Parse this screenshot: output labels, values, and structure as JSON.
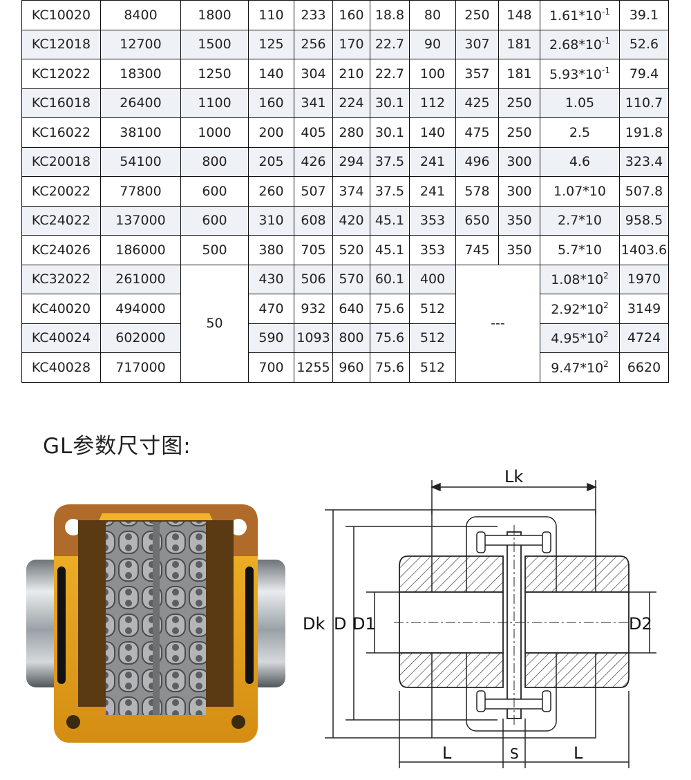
{
  "table": {
    "rows": [
      {
        "model": "KC10020",
        "torque": "8400",
        "speed": "1800",
        "c1": "110",
        "c2": "233",
        "c3": "160",
        "c4": "18.8",
        "c5": "80",
        "c6": "250",
        "c7": "148",
        "inertia": "1.61*10",
        "inertia_exp": "-1",
        "weight": "39.1"
      },
      {
        "model": "KC12018",
        "torque": "12700",
        "speed": "1500",
        "c1": "125",
        "c2": "256",
        "c3": "170",
        "c4": "22.7",
        "c5": "90",
        "c6": "307",
        "c7": "181",
        "inertia": "2.68*10",
        "inertia_exp": "-1",
        "weight": "52.6"
      },
      {
        "model": "KC12022",
        "torque": "18300",
        "speed": "1250",
        "c1": "140",
        "c2": "304",
        "c3": "210",
        "c4": "22.7",
        "c5": "100",
        "c6": "357",
        "c7": "181",
        "inertia": "5.93*10",
        "inertia_exp": "-1",
        "weight": "79.4"
      },
      {
        "model": "KC16018",
        "torque": "26400",
        "speed": "1100",
        "c1": "160",
        "c2": "341",
        "c3": "224",
        "c4": "30.1",
        "c5": "112",
        "c6": "425",
        "c7": "250",
        "inertia": "1.05",
        "inertia_exp": "",
        "weight": "110.7"
      },
      {
        "model": "KC16022",
        "torque": "38100",
        "speed": "1000",
        "c1": "200",
        "c2": "405",
        "c3": "280",
        "c4": "30.1",
        "c5": "140",
        "c6": "475",
        "c7": "250",
        "inertia": "2.5",
        "inertia_exp": "",
        "weight": "191.8"
      },
      {
        "model": "KC20018",
        "torque": "54100",
        "speed": "800",
        "c1": "205",
        "c2": "426",
        "c3": "294",
        "c4": "37.5",
        "c5": "241",
        "c6": "496",
        "c7": "300",
        "inertia": "4.6",
        "inertia_exp": "",
        "weight": "323.4"
      },
      {
        "model": "KC20022",
        "torque": "77800",
        "speed": "600",
        "c1": "260",
        "c2": "507",
        "c3": "374",
        "c4": "37.5",
        "c5": "241",
        "c6": "578",
        "c7": "300",
        "inertia": "1.07*10",
        "inertia_exp": "",
        "weight": "507.8"
      },
      {
        "model": "KC24022",
        "torque": "137000",
        "speed": "600",
        "c1": "310",
        "c2": "608",
        "c3": "420",
        "c4": "45.1",
        "c5": "353",
        "c6": "650",
        "c7": "350",
        "inertia": "2.7*10",
        "inertia_exp": "",
        "weight": "958.5"
      },
      {
        "model": "KC24026",
        "torque": "186000",
        "speed": "500",
        "c1": "380",
        "c2": "705",
        "c3": "520",
        "c4": "45.1",
        "c5": "353",
        "c6": "745",
        "c7": "350",
        "inertia": "5.7*10",
        "inertia_exp": "",
        "weight": "1403.6"
      },
      {
        "model": "KC32022",
        "torque": "261000",
        "c1": "430",
        "c2": "506",
        "c3": "570",
        "c4": "60.1",
        "c5": "400",
        "inertia": "1.08*10",
        "inertia_exp": "2",
        "weight": "1970"
      },
      {
        "model": "KC40020",
        "torque": "494000",
        "c1": "470",
        "c2": "932",
        "c3": "640",
        "c4": "75.6",
        "c5": "512",
        "inertia": "2.92*10",
        "inertia_exp": "2",
        "weight": "3149"
      },
      {
        "model": "KC40024",
        "torque": "602000",
        "c1": "590",
        "c2": "1093",
        "c3": "800",
        "c4": "75.6",
        "c5": "512",
        "inertia": "4.95*10",
        "inertia_exp": "2",
        "weight": "4724"
      },
      {
        "model": "KC40028",
        "torque": "717000",
        "c1": "700",
        "c2": "1255",
        "c3": "960",
        "c4": "75.6",
        "c5": "512",
        "inertia": "9.47*10",
        "inertia_exp": "2",
        "weight": "6620"
      }
    ],
    "merged_speed": "50",
    "merged_dims": "---"
  },
  "section_title": "GL参数尺寸图:",
  "drawing": {
    "lk": "Lk",
    "dk": "Dk",
    "d": "D",
    "d1": "D1",
    "d2": "D2",
    "l_left": "L",
    "s": "S",
    "l_right": "L"
  },
  "colors": {
    "cover_yellow": "#e8a51c",
    "cover_bronze": "#b06a2a",
    "table_stripe": "#eef1f6"
  }
}
